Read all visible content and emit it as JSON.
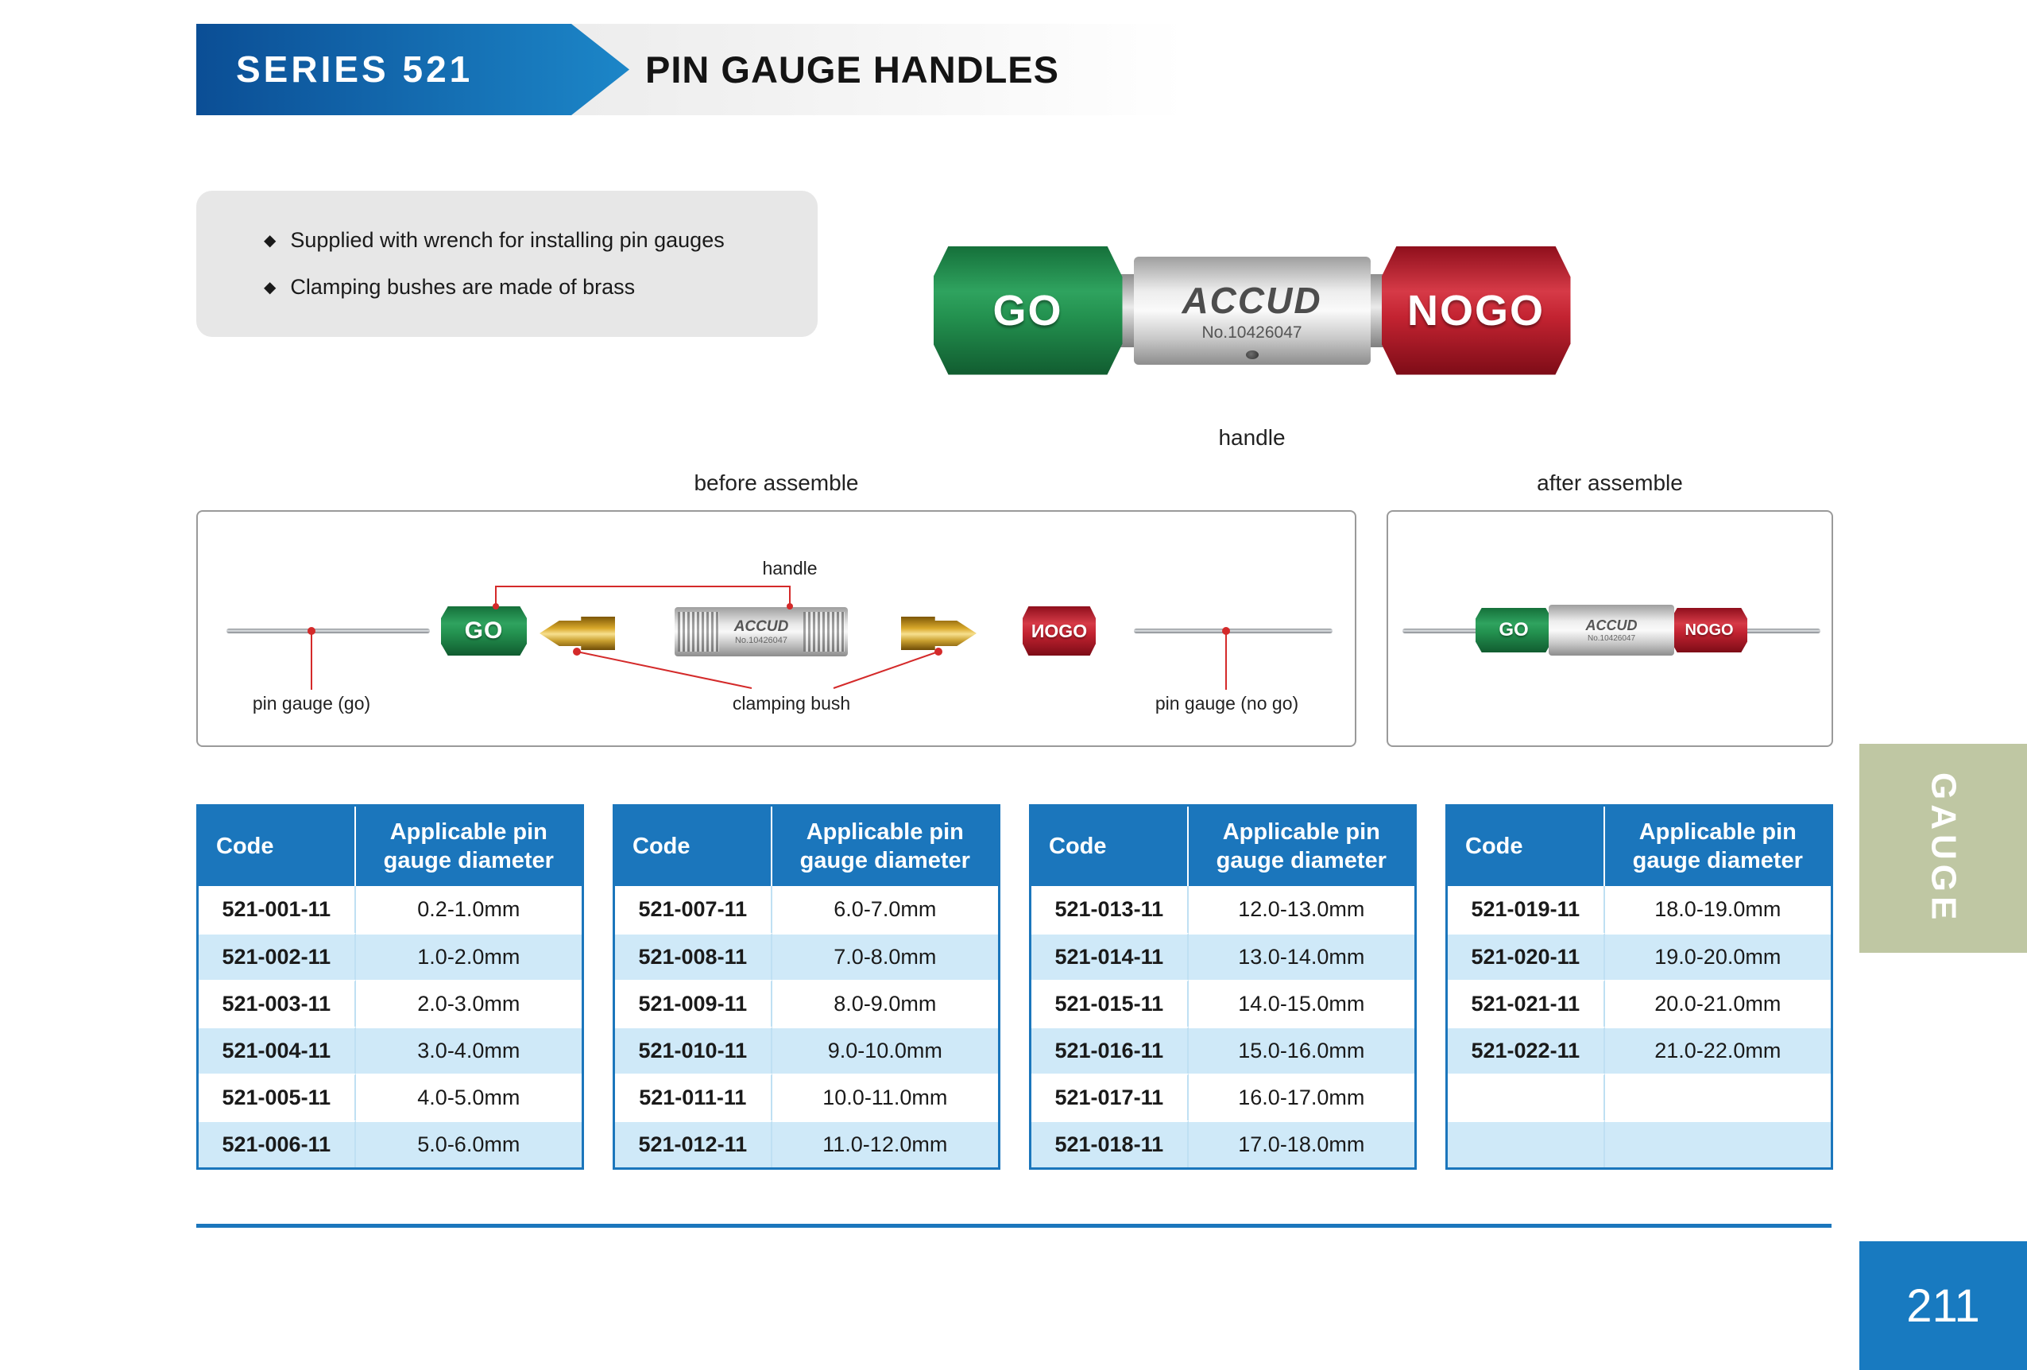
{
  "header": {
    "series": "SERIES 521",
    "title": "PIN GAUGE HANDLES"
  },
  "features": {
    "bullet": "◆",
    "items": [
      {
        "text": "Supplied with wrench for installing pin gauges"
      },
      {
        "text": "Clamping bushes are made of brass"
      }
    ]
  },
  "hero": {
    "go": "GO",
    "nogo": "NOGO",
    "brand": "ACCUD",
    "serial": "No.10426047",
    "caption": "handle"
  },
  "diagram": {
    "before_caption": "before assemble",
    "after_caption": "after assemble",
    "handle_label": "handle",
    "pin_gauge_go_label": "pin gauge (go)",
    "clamping_bush_label": "clamping bush",
    "pin_gauge_nogo_label": "pin gauge (no go)",
    "before": {
      "go": "GO",
      "nogo": "ИOGO",
      "brand": "ACCUD",
      "serial": "No.10426047"
    },
    "after": {
      "go": "GO",
      "nogo": "NOGO",
      "brand": "ACCUD",
      "serial": "No.10426047"
    }
  },
  "table_headers": {
    "code": "Code",
    "diameter": "Applicable pin gauge diameter"
  },
  "tables": [
    {
      "rows": [
        [
          "521-001-11",
          "0.2-1.0mm"
        ],
        [
          "521-002-11",
          "1.0-2.0mm"
        ],
        [
          "521-003-11",
          "2.0-3.0mm"
        ],
        [
          "521-004-11",
          "3.0-4.0mm"
        ],
        [
          "521-005-11",
          "4.0-5.0mm"
        ],
        [
          "521-006-11",
          "5.0-6.0mm"
        ]
      ]
    },
    {
      "rows": [
        [
          "521-007-11",
          "6.0-7.0mm"
        ],
        [
          "521-008-11",
          "7.0-8.0mm"
        ],
        [
          "521-009-11",
          "8.0-9.0mm"
        ],
        [
          "521-010-11",
          "9.0-10.0mm"
        ],
        [
          "521-011-11",
          "10.0-11.0mm"
        ],
        [
          "521-012-11",
          "11.0-12.0mm"
        ]
      ]
    },
    {
      "rows": [
        [
          "521-013-11",
          "12.0-13.0mm"
        ],
        [
          "521-014-11",
          "13.0-14.0mm"
        ],
        [
          "521-015-11",
          "14.0-15.0mm"
        ],
        [
          "521-016-11",
          "15.0-16.0mm"
        ],
        [
          "521-017-11",
          "16.0-17.0mm"
        ],
        [
          "521-018-11",
          "17.0-18.0mm"
        ]
      ]
    },
    {
      "rows": [
        [
          "521-019-11",
          "18.0-19.0mm"
        ],
        [
          "521-020-11",
          "19.0-20.0mm"
        ],
        [
          "521-021-11",
          "20.0-21.0mm"
        ],
        [
          "521-022-11",
          "21.0-22.0mm"
        ],
        [
          "",
          ""
        ],
        [
          "",
          ""
        ]
      ]
    }
  ],
  "side_tab": {
    "label": "GAUGE"
  },
  "footer": {
    "page_number": "211"
  },
  "colors": {
    "accent_blue": "#1b76bc",
    "row_alt_blue": "#cfe9f8",
    "banner_blue_dark": "#0b4e95",
    "banner_blue_light": "#1c86c8",
    "go_green": "#23914f",
    "nogo_red": "#c32331",
    "brass_gold": "#d9a92b",
    "annotation_red": "#d42a2a",
    "tab_green": "#bfc7a3"
  }
}
